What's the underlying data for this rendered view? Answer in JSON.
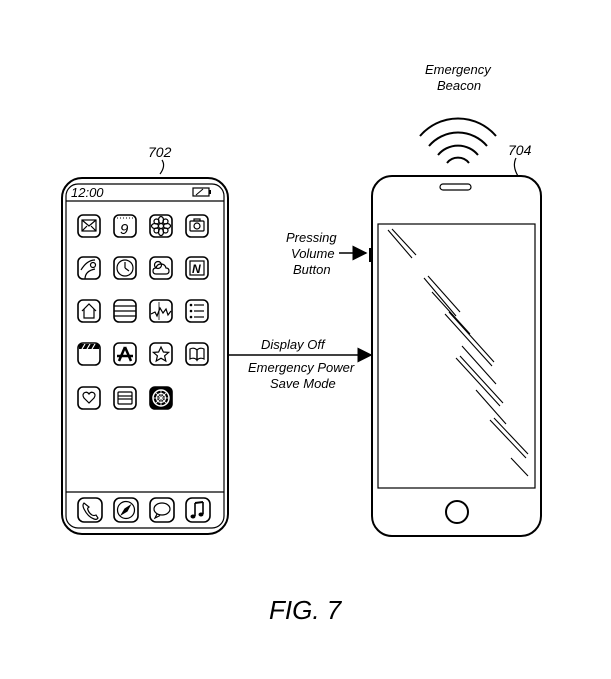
{
  "figure": {
    "caption": "FIG. 7"
  },
  "device_left": {
    "ref": "702",
    "status_time": "12:00",
    "calendar_day": "9",
    "news_letter": "N"
  },
  "device_right": {
    "ref": "704"
  },
  "labels": {
    "beacon_line1": "Emergency",
    "beacon_line2": "Beacon",
    "pressing_line1": "Pressing",
    "pressing_line2": "Volume",
    "pressing_line3": "Button",
    "arrow_above": "Display Off",
    "arrow_below_line1": "Emergency Power",
    "arrow_below_line2": "Save Mode"
  }
}
